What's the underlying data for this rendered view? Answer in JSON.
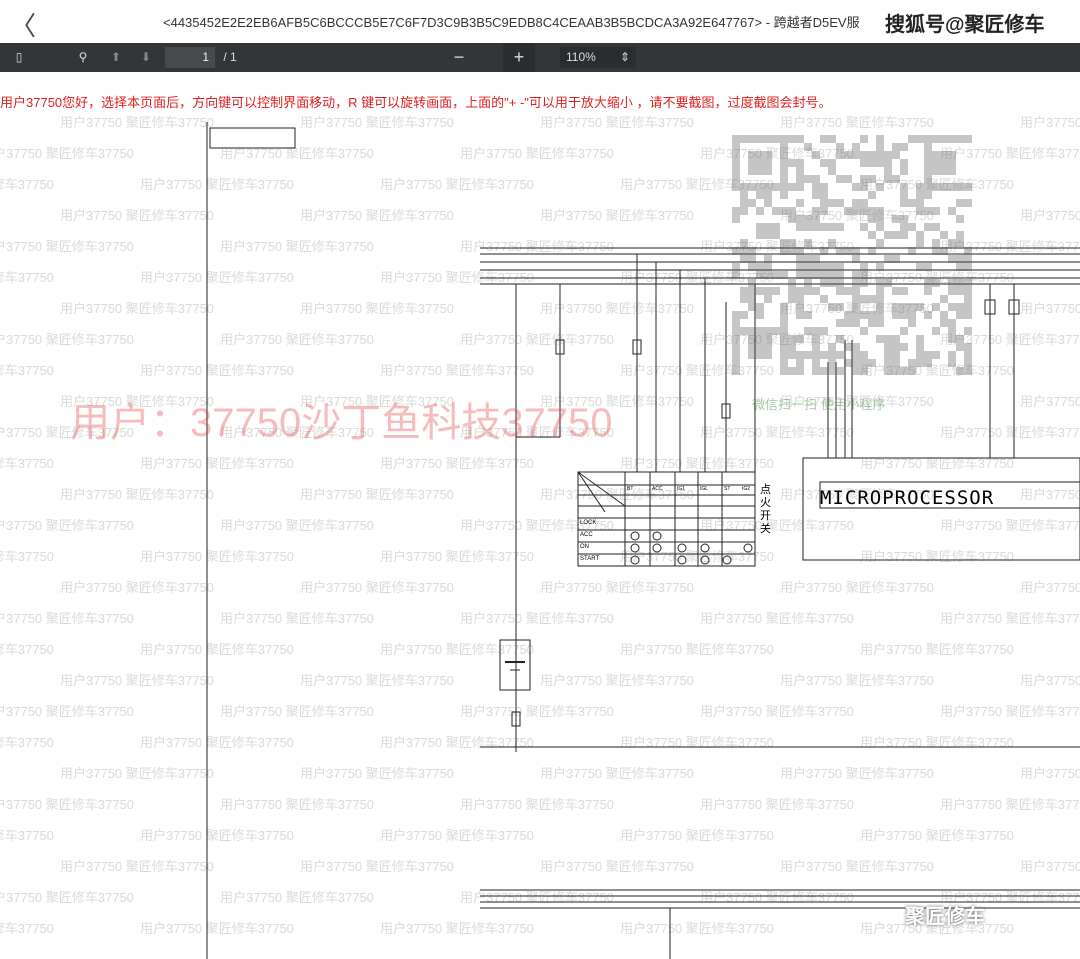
{
  "header": {
    "back_icon": "chevron-left-icon",
    "title": "<4435452E2E2EB6AFB5C6BCCCB5E7C6F7D3C9B3B5C9EDB8C4CEAAB3B5BCDCA3A92E647767> - 跨越者D5EV服",
    "brand_watermark": "搜狐号@聚匠修车"
  },
  "toolbar": {
    "current_page": "1",
    "total_pages": "/ 1",
    "minus": "−",
    "plus": "+",
    "zoom": "110%"
  },
  "document": {
    "notice": "用户37750您好，选择本页面后，方向键可以控制界面移动，R 键可以旋转画面，上面的\"+ -\"可以用于放大缩小 ，请不要截图，过度截图会封号。",
    "tile_watermark": "用户37750 聚匠修车37750",
    "big_watermark": "用户：37750沙丁鱼科技37750",
    "qr_caption": "微信扫一扫 使用小程序",
    "microprocessor": "MICROPROCESSOR",
    "switch_label": "点火开关",
    "switch_cols": [
      "BT",
      "ACC",
      "IG1",
      "IGL",
      "ST",
      "IG2"
    ],
    "switch_rows": [
      "LOCK",
      "ACC",
      "ON",
      "START"
    ],
    "corner_watermark": "聚匠修车"
  }
}
